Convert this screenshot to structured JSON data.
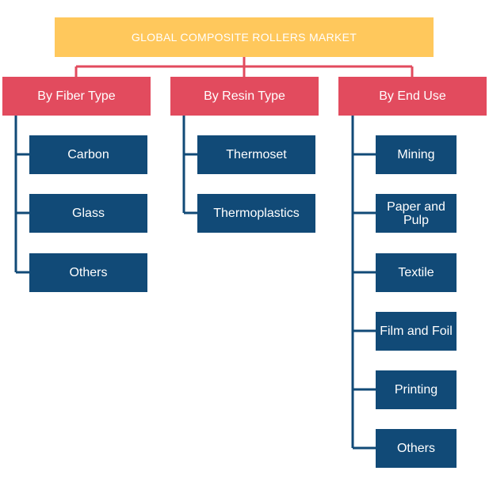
{
  "title": "GLOBAL COMPOSITE ROLLERS MARKET",
  "colors": {
    "root_fill": "#ffc85c",
    "category_fill": "#e24b5e",
    "leaf_fill": "#114a77",
    "connector_red": "#e24b5e",
    "connector_blue": "#114a77"
  },
  "categories": [
    {
      "label": "By Fiber Type",
      "items": [
        "Carbon",
        "Glass",
        "Others"
      ]
    },
    {
      "label": "By Resin Type",
      "items": [
        "Thermoset",
        "Thermoplastics"
      ]
    },
    {
      "label": "By End Use",
      "items": [
        "Mining",
        "Paper and Pulp",
        "Textile",
        "Film and Foil",
        "Printing",
        "Others"
      ]
    }
  ]
}
